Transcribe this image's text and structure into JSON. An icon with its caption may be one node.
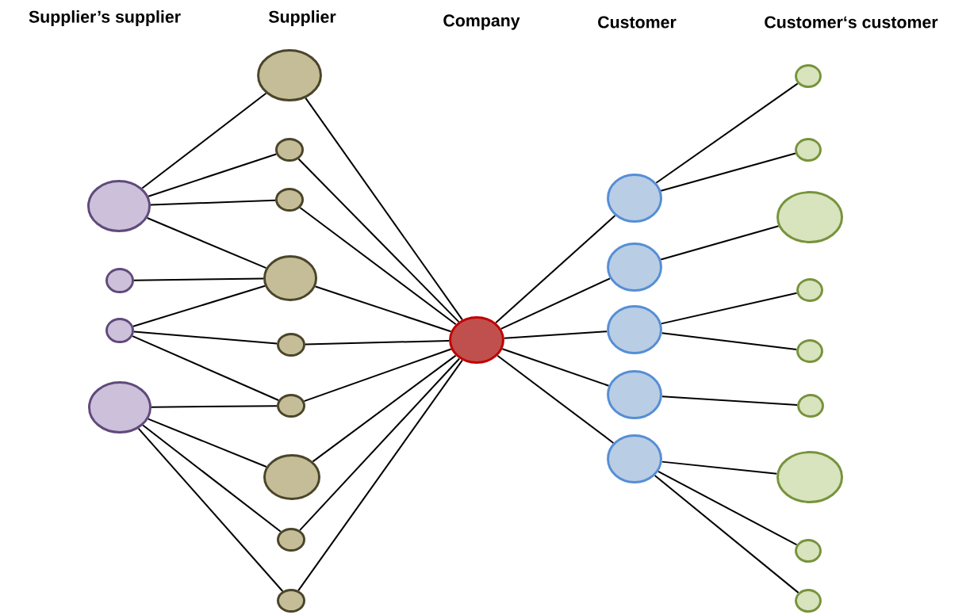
{
  "diagram": {
    "nodes": [
      {
        "text": [],
        "shape": "circle"
      },
      {
        "text": [],
        "shape": "circle"
      },
      {
        "text": [],
        "shape": "circle"
      },
      {
        "text": [],
        "shape": "circle"
      },
      {
        "text": [],
        "shape": "circle"
      },
      {
        "text": [],
        "shape": "circle"
      },
      {
        "text": [],
        "shape": "circle"
      },
      {
        "text": [],
        "shape": "circle"
      },
      {
        "text": [],
        "shape": "circle"
      },
      {
        "text": [],
        "shape": "circle"
      },
      {
        "text": [],
        "shape": "circle"
      },
      {
        "text": [],
        "shape": "circle"
      },
      {
        "text": [],
        "shape": "circle"
      },
      {
        "text": [],
        "shape": "circle"
      },
      {
        "text": [],
        "shape": "circle"
      },
      {
        "text": [],
        "shape": "circle"
      },
      {
        "text": [],
        "shape": "circle"
      },
      {
        "text": [],
        "shape": "circle"
      },
      {
        "text": [],
        "shape": "circle"
      },
      {
        "text": [],
        "shape": "circle"
      },
      {
        "text": [],
        "shape": "circle"
      },
      {
        "text": [],
        "shape": "circle"
      },
      {
        "text": [],
        "shape": "circle"
      },
      {
        "text": [],
        "shape": "circle"
      },
      {
        "text": [],
        "shape": "circle"
      },
      {
        "text": [],
        "shape": "circle"
      },
      {
        "text": [],
        "shape": "circle"
      },
      {
        "text": [],
        "shape": "circle"
      }
    ],
    "edges": [
      {
        "from": 0,
        "to": 4,
        "arrow": "none"
      },
      {
        "from": 0,
        "to": 5,
        "arrow": "none"
      },
      {
        "from": 0,
        "to": 6,
        "arrow": "none"
      },
      {
        "from": 0,
        "to": 7,
        "arrow": "none"
      },
      {
        "from": 1,
        "to": 7,
        "arrow": "none"
      },
      {
        "from": 2,
        "to": 7,
        "arrow": "none"
      },
      {
        "from": 2,
        "to": 8,
        "arrow": "none"
      },
      {
        "from": 2,
        "to": 9,
        "arrow": "none"
      },
      {
        "from": 3,
        "to": 9,
        "arrow": "none"
      },
      {
        "from": 3,
        "to": 10,
        "arrow": "none"
      },
      {
        "from": 3,
        "to": 11,
        "arrow": "none"
      },
      {
        "from": 3,
        "to": 12,
        "arrow": "none"
      },
      {
        "from": 4,
        "to": 13,
        "arrow": "none"
      },
      {
        "from": 5,
        "to": 13,
        "arrow": "none"
      },
      {
        "from": 6,
        "to": 13,
        "arrow": "none"
      },
      {
        "from": 7,
        "to": 13,
        "arrow": "none"
      },
      {
        "from": 8,
        "to": 13,
        "arrow": "none"
      },
      {
        "from": 9,
        "to": 13,
        "arrow": "none"
      },
      {
        "from": 10,
        "to": 13,
        "arrow": "none"
      },
      {
        "from": 11,
        "to": 13,
        "arrow": "none"
      },
      {
        "from": 12,
        "to": 13,
        "arrow": "none"
      },
      {
        "from": 13,
        "to": 14,
        "arrow": "none"
      },
      {
        "from": 13,
        "to": 15,
        "arrow": "none"
      },
      {
        "from": 13,
        "to": 16,
        "arrow": "none"
      },
      {
        "from": 13,
        "to": 17,
        "arrow": "none"
      },
      {
        "from": 13,
        "to": 18,
        "arrow": "none"
      },
      {
        "from": 14,
        "to": 19,
        "arrow": "none"
      },
      {
        "from": 14,
        "to": 20,
        "arrow": "none"
      },
      {
        "from": 15,
        "to": 21,
        "arrow": "none"
      },
      {
        "from": 16,
        "to": 22,
        "arrow": "none"
      },
      {
        "from": 16,
        "to": 23,
        "arrow": "none"
      },
      {
        "from": 17,
        "to": 24,
        "arrow": "none"
      },
      {
        "from": 18,
        "to": 25,
        "arrow": "none"
      },
      {
        "from": 18,
        "to": 26,
        "arrow": "none"
      },
      {
        "from": 18,
        "to": 27,
        "arrow": "none"
      }
    ],
    "labels": [
      "Supplier’s supplier",
      "Supplier",
      "Company",
      "Customer",
      "Customer‘s customer"
    ]
  }
}
